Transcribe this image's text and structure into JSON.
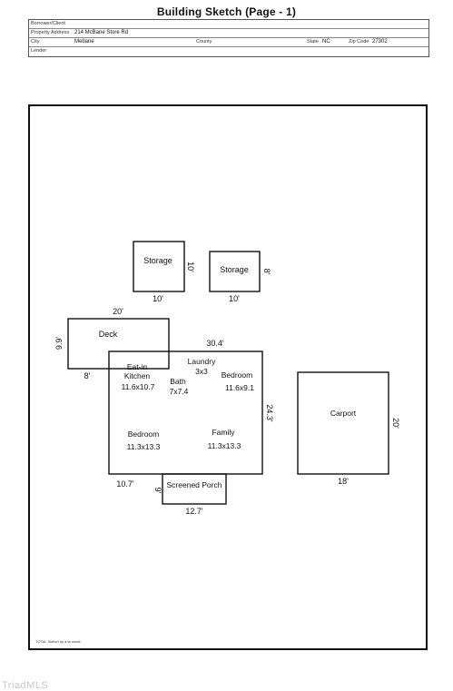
{
  "title": "Building Sketch (Page - 1)",
  "header": {
    "borrower_label": "Borrower/Client",
    "address_label": "Property Address",
    "address_value": "214 McBane Store Rd",
    "city_label": "City",
    "city_value": "Mebane",
    "county_label": "County",
    "state_label": "State",
    "state_value": "NC",
    "zip_label": "Zip Code",
    "zip_value": "27302",
    "lender_label": "Lender"
  },
  "sketch": {
    "storage1": {
      "label": "Storage",
      "dim_bottom": "10'",
      "dim_right": "10'"
    },
    "storage2": {
      "label": "Storage",
      "dim_bottom": "10'",
      "dim_right": "8'"
    },
    "deck": {
      "label": "Deck",
      "dim_top": "20'",
      "dim_left": "9.9'",
      "dim_bottom": "8'"
    },
    "house": {
      "dim_top": "30.4'",
      "dim_right": "24.3'",
      "dim_bottom_left": "10.7'"
    },
    "kitchen": {
      "line1": "Eat-in",
      "line2": "Kitchen",
      "dims": "11.6x10.7"
    },
    "laundry": {
      "label": "Laundry",
      "dims": "3x3"
    },
    "bath": {
      "label": "Bath",
      "dims": "7x7.4"
    },
    "bedroom1": {
      "label": "Bedroom",
      "dims": "11.6x9.1"
    },
    "bedroom2": {
      "label": "Bedroom",
      "dims": "11.3x13.3"
    },
    "family": {
      "label": "Family",
      "dims": "11.3x13.3"
    },
    "porch": {
      "label": "Screened Porch",
      "dim_left": "9'",
      "dim_bottom": "12.7'"
    },
    "carport": {
      "label": "Carport",
      "dim_bottom": "18'",
      "dim_right": "20'"
    }
  },
  "footer_note": "TOTAL Sketch by a la mode",
  "watermark": "TriadMLS"
}
